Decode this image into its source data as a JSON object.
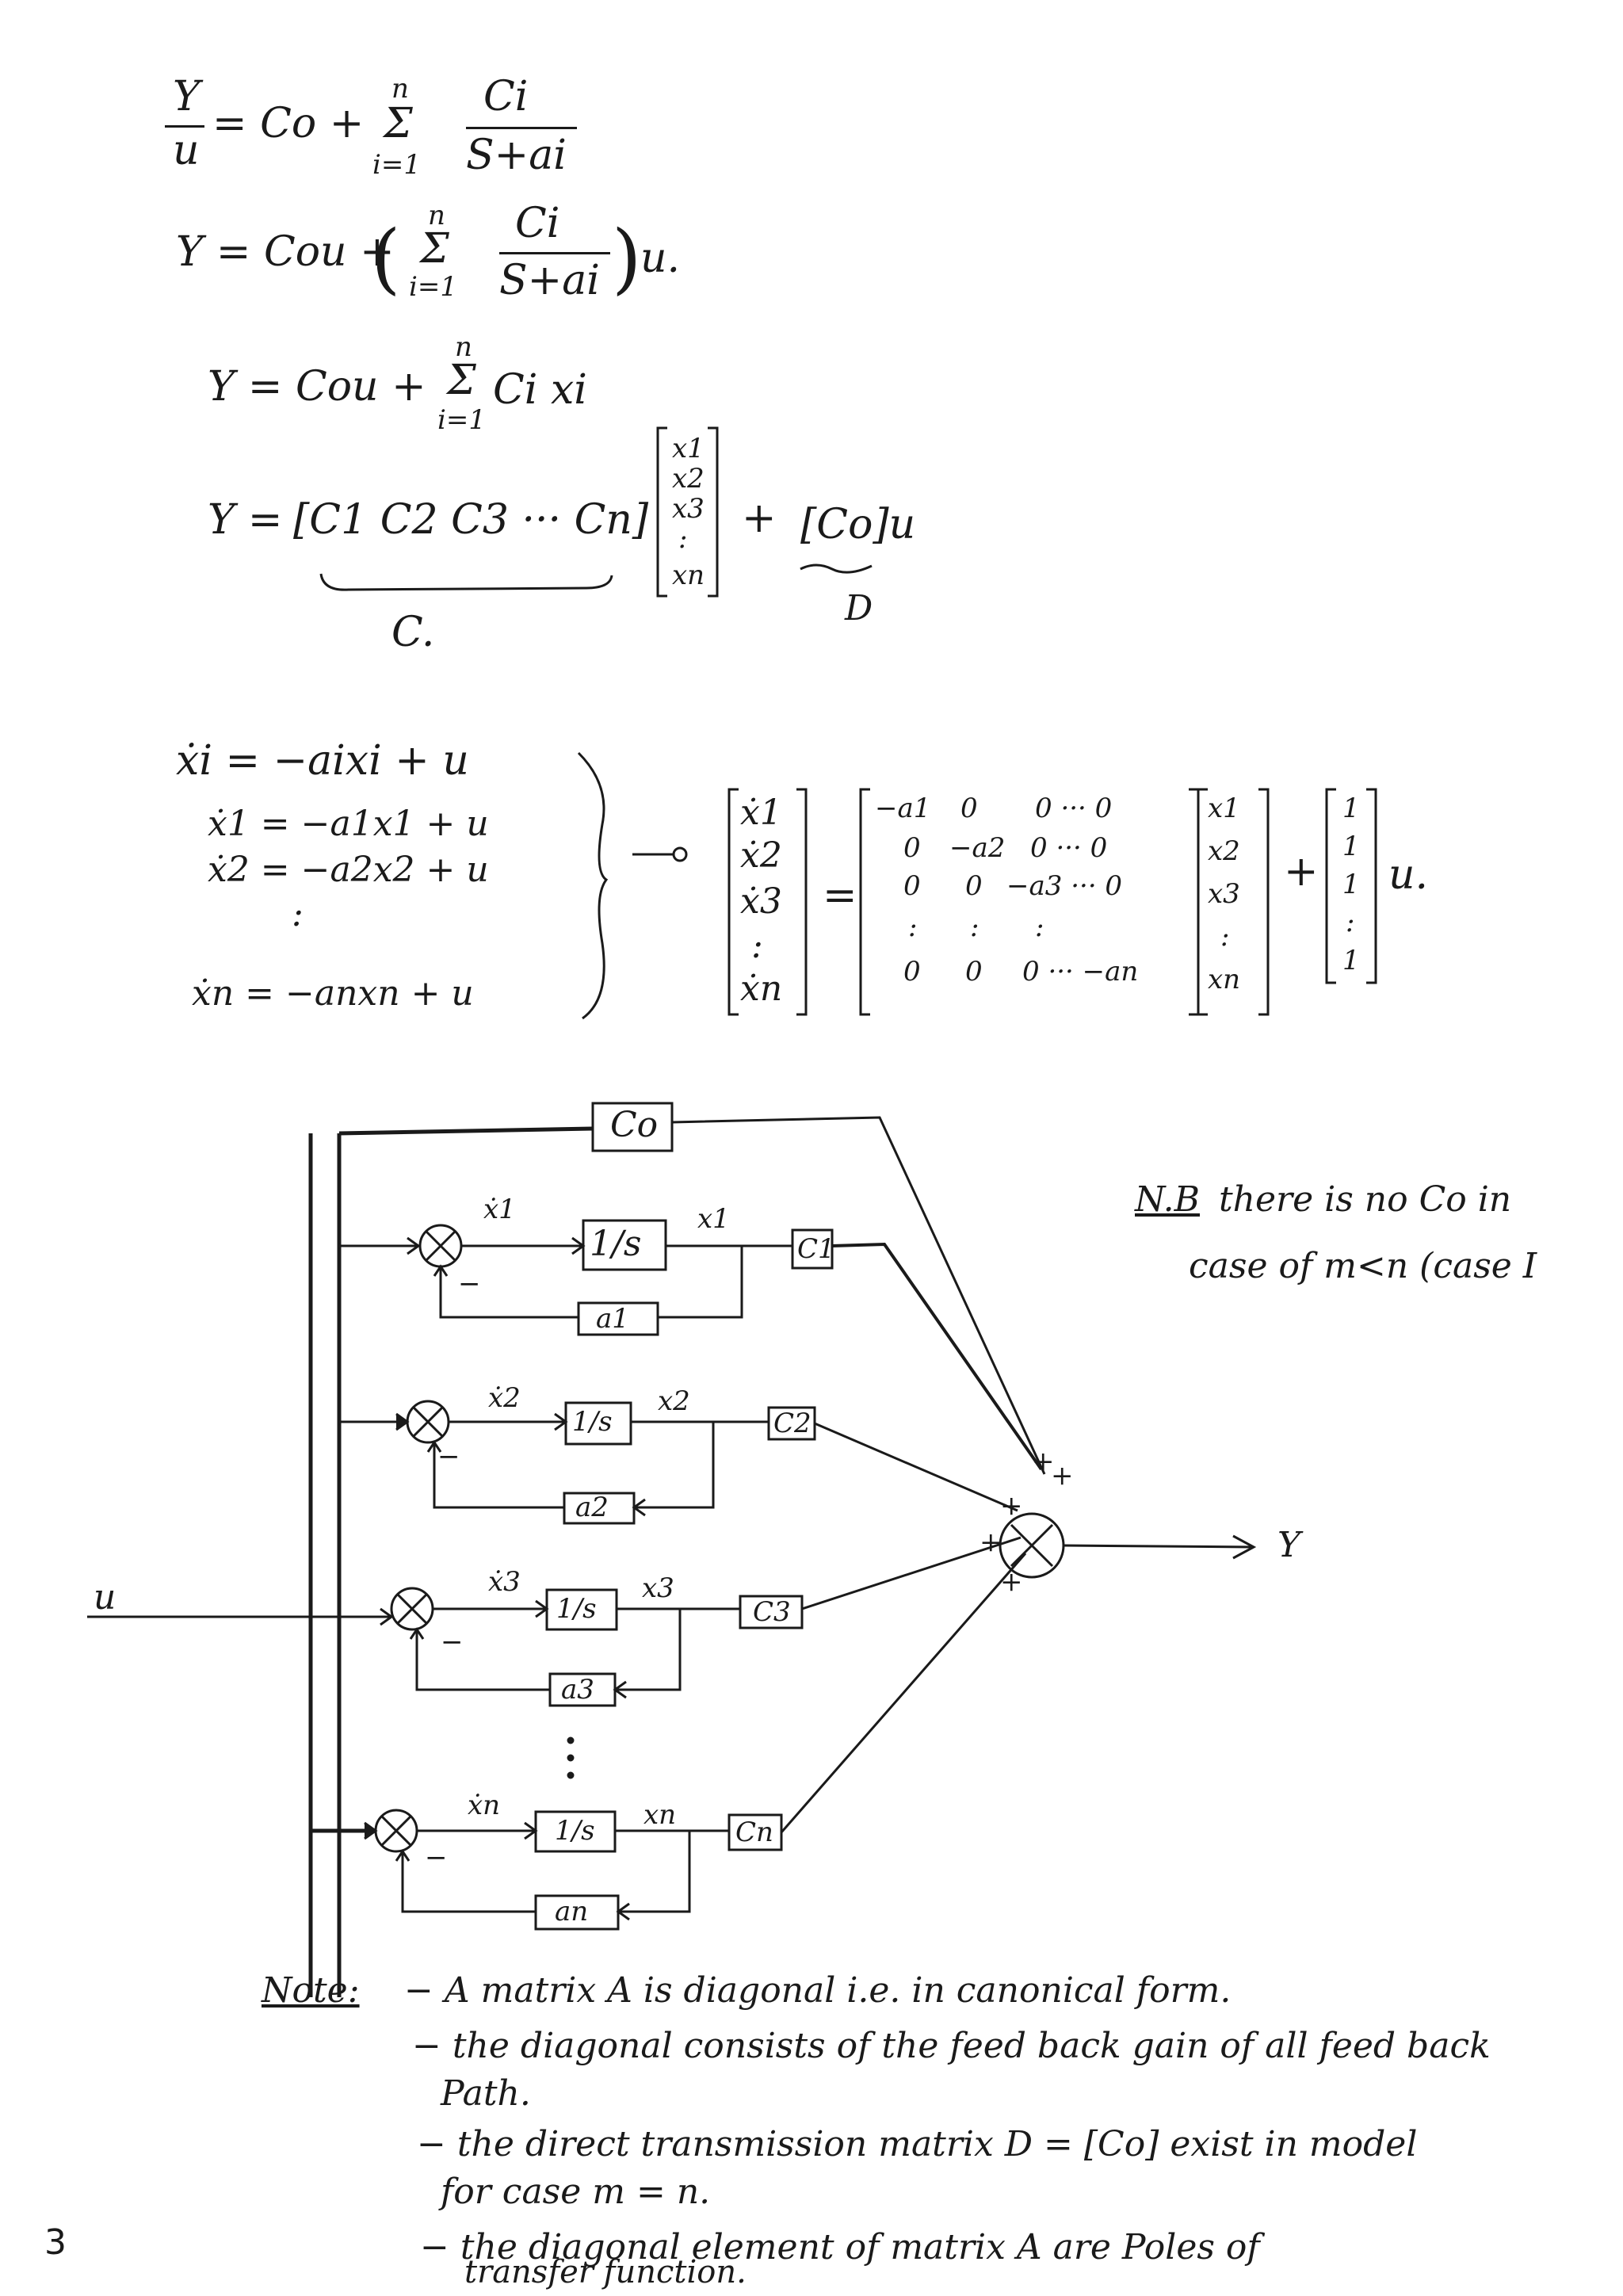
{
  "equations": {
    "eq1": {
      "lhs_num": "Y",
      "lhs_den": "u",
      "mid": "= Co +",
      "sum_top": "n",
      "sum_sigma": "Σ",
      "sum_bottom": "i=1",
      "frac_num": "Ci",
      "frac_den": "S+ai"
    },
    "eq2": {
      "lhs": "Y = Cou +",
      "sum_top": "n",
      "sum_sigma": "Σ",
      "sum_bottom": "i=1",
      "frac_num": "Ci",
      "frac_den": "S+ai",
      "tail": "u."
    },
    "eq3": {
      "lhs": "Y = Cou +",
      "sum_top": "n",
      "sum_sigma": "Σ",
      "sum_bottom": "i=1",
      "term": "Ci xi"
    },
    "eq4": {
      "lhs": "Y =",
      "row": "[C1  C2  C3 ··· Cn]",
      "vector": [
        "x1",
        "x2",
        "x3",
        ":",
        "xn"
      ],
      "plus": "+",
      "d_term": "[Co]u",
      "c_label": "C.",
      "d_label": "D"
    },
    "state_eqs": [
      "ẋi = −aixi + u",
      "ẋ1 = −a1x1 + u",
      "ẋ2 = −a2x2 + u",
      ":",
      "ẋn = −anxn + u"
    ],
    "matrix_eq": {
      "lhs_vector": [
        "ẋ1",
        "ẋ2",
        "ẋ3",
        ":",
        "ẋn"
      ],
      "equals": "=",
      "a_matrix_rows": [
        [
          "−a1",
          "0",
          "0 ··· 0"
        ],
        [
          "0",
          "−a2",
          "0 ··· 0"
        ],
        [
          "0",
          "0",
          "−a3 ··· 0"
        ],
        [
          ":",
          ":",
          ":"
        ],
        [
          "0",
          "0",
          "0 ··· −an"
        ]
      ],
      "x_vector": [
        "x1",
        "x2",
        "x3",
        ":",
        "xn"
      ],
      "plus": "+",
      "b_vector": [
        "1",
        "1",
        "1",
        ":",
        "1"
      ],
      "u": "u."
    }
  },
  "diagram": {
    "input_label": "u",
    "output_label": "Y",
    "co_block": "Co",
    "branches": [
      {
        "xdot": "ẋ1",
        "integrator": "1/s",
        "x": "x1",
        "gain": "C1",
        "feedback": "a1"
      },
      {
        "xdot": "ẋ2",
        "integrator": "1/s",
        "x": "x2",
        "gain": "C2",
        "feedback": "a2"
      },
      {
        "xdot": "ẋ3",
        "integrator": "1/s",
        "x": "x3",
        "gain": "C3",
        "feedback": "a3"
      },
      {
        "xdot": "ẋn",
        "integrator": "1/s",
        "x": "xn",
        "gain": "Cn",
        "feedback": "an"
      }
    ],
    "minus_sign": "−",
    "plus_sign": "+",
    "nb_label": "N.B",
    "nb_line1": "there is no Co in",
    "nb_line2": "case of  m<n (case I"
  },
  "notes": {
    "label": "Note:",
    "items": [
      "− A matrix  A is diagonal  i.e.  in canonical form.",
      "− the diagonal  consists of the  feed back gain of all feed back",
      "Path.",
      "− the direct transmission  matrix  D = [Co]  exist in model",
      "for case   m = n.",
      "− the diagonal element  of  matrix  A  are  Poles of",
      "transfer function."
    ]
  },
  "page_number": "3"
}
